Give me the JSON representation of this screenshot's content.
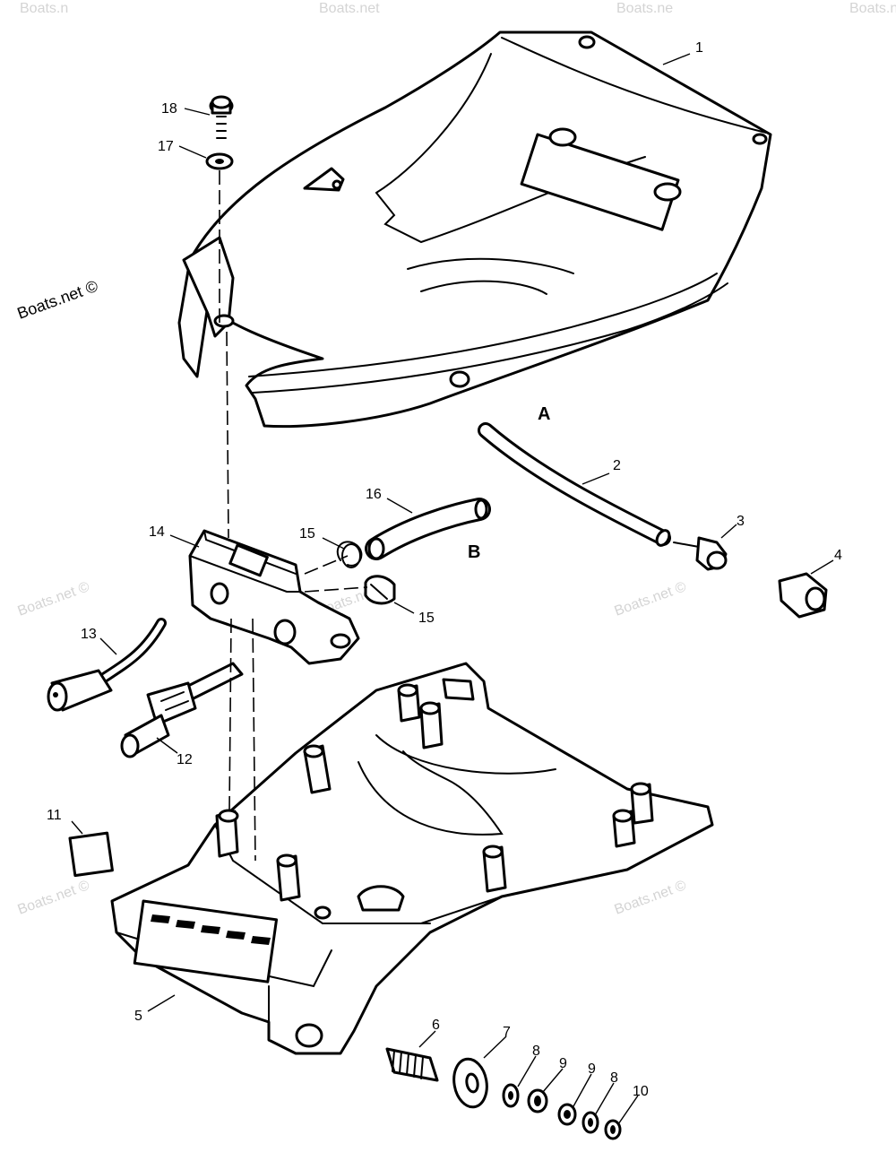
{
  "diagram": {
    "watermarks": {
      "primary": "Boats.net ©",
      "repeated": "Boats.net ©",
      "top_cut_1": "Boats.n",
      "top_cut_2": "Boats.net",
      "top_cut_3": "Boats.ne",
      "top_cut_4": "Boats.n"
    },
    "section_labels": {
      "a": "A",
      "b": "B"
    },
    "callouts": {
      "c1": "1",
      "c2": "2",
      "c3": "3",
      "c4": "4",
      "c5": "5",
      "c6": "6",
      "c7": "7",
      "c8a": "8",
      "c8b": "8",
      "c9a": "9",
      "c9b": "9",
      "c10": "10",
      "c11": "11",
      "c12": "12",
      "c13": "13",
      "c14": "14",
      "c15a": "15",
      "c15b": "15",
      "c16": "16",
      "c17": "17",
      "c18": "18"
    },
    "colors": {
      "line": "#000000",
      "paper": "#ffffff",
      "watermark": "#d4d4d4"
    }
  }
}
